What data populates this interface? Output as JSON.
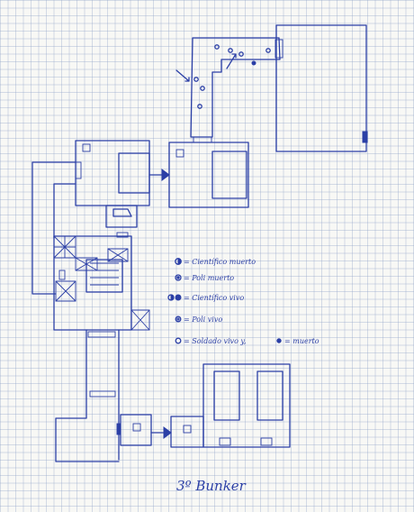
{
  "title": "3º Bunker",
  "legend": [
    {
      "symbol": "half-filled-circle-icon",
      "text": "= Científico muerto"
    },
    {
      "symbol": "dot-circle-icon",
      "text": "= Poli muerto"
    },
    {
      "symbol": "half-and-filled-circle-icon",
      "text": "= Científico vivo"
    },
    {
      "symbol": "small-circle-icon",
      "text": "= Poli vivo"
    },
    {
      "symbol": "open-circle-icon",
      "text": "= Soldado vivo y,",
      "extra": "= muerto"
    }
  ],
  "colors": {
    "ink": "#2b3fa6",
    "paper": "#f8f8f5",
    "grid": "#8ca0c8"
  }
}
